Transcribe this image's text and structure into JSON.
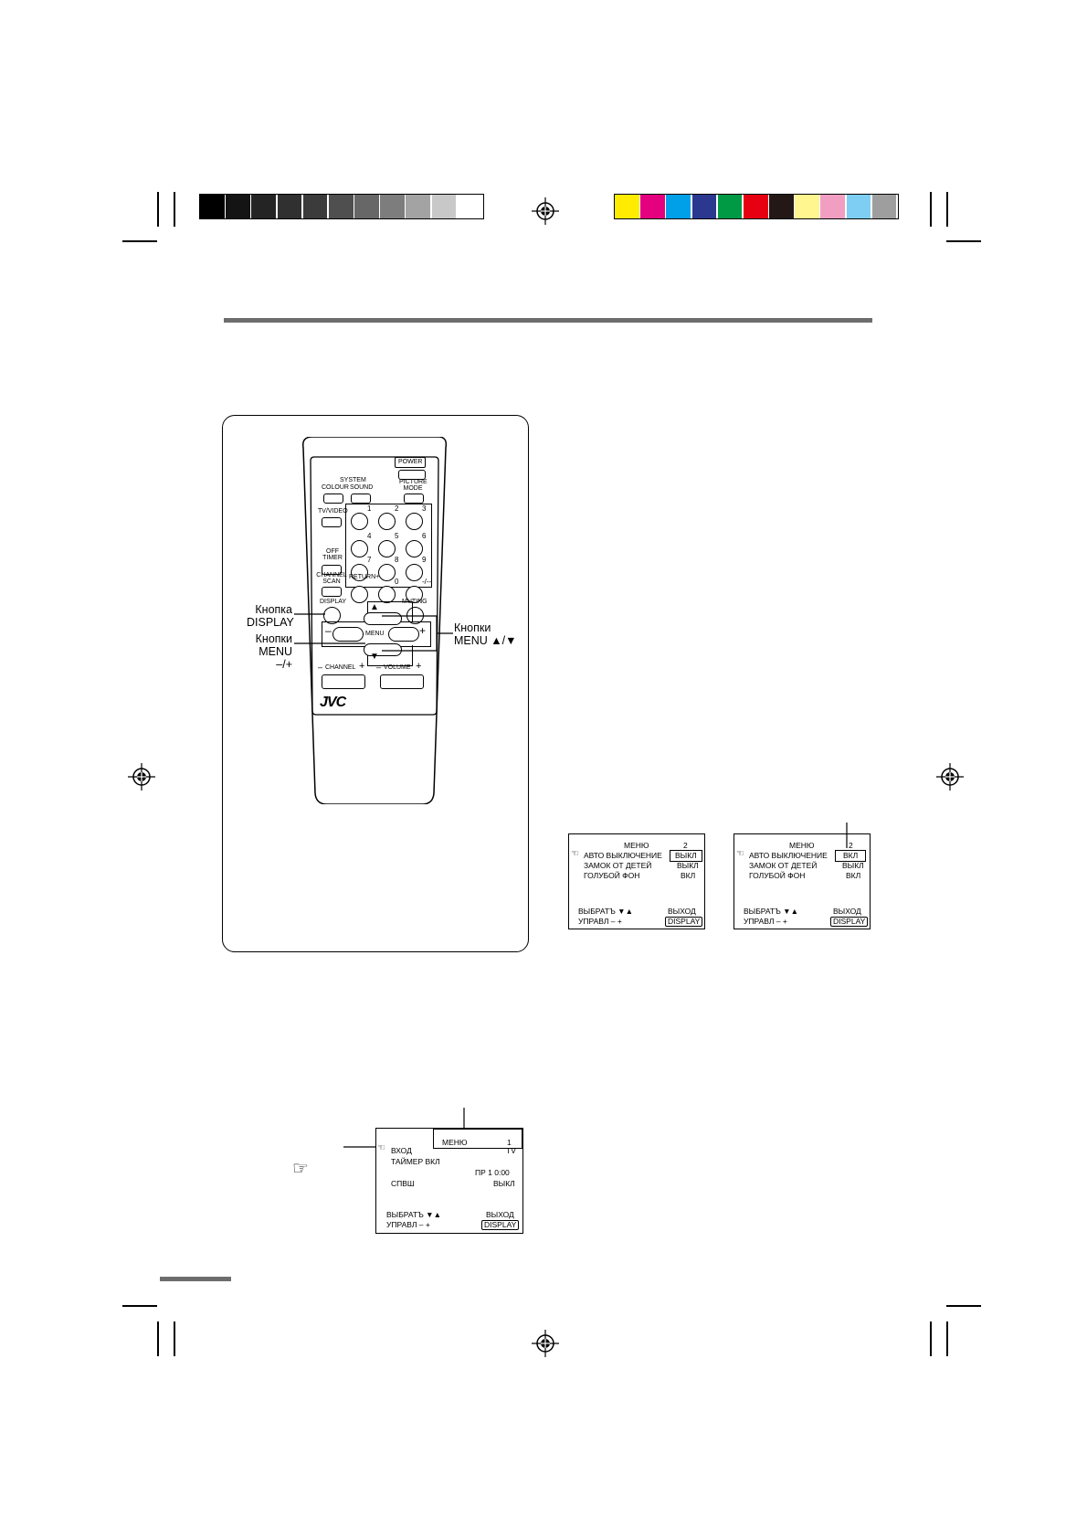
{
  "colorbar": {
    "grays": [
      "#000000",
      "#141414",
      "#242424",
      "#303030",
      "#3b3b3b",
      "#4f4f4f",
      "#676767",
      "#7d7d7d",
      "#a3a3a3",
      "#c8c8c8",
      "#ffffff"
    ],
    "colors": [
      "#ffec00",
      "#e4007f",
      "#00a0e9",
      "#2b3890",
      "#009944",
      "#e60012",
      "#231815",
      "#fff68f",
      "#f19ec2",
      "#7ecef4",
      "#9e9e9f"
    ]
  },
  "callouts": {
    "display_line1": "Кнопка",
    "display_line2": "DISPLAY",
    "menu_pm_line1": "Кнопки",
    "menu_pm_line2": "MENU –/+",
    "menu_ud_line1": "Кнопки",
    "menu_ud_line2": "MENU ▲/▼"
  },
  "remote": {
    "power": "POWER",
    "system": "SYSTEM",
    "colour": "COLOUR",
    "sound": "SOUND",
    "picture_mode": "PICTURE MODE",
    "tv_video": "TV/VIDEO",
    "off_timer": "OFF TIMER",
    "channel_scan": "CHANNEL SCAN",
    "return_plus": "RETURN+",
    "display": "DISPLAY",
    "muting": "MUTING",
    "menu": "MENU",
    "channel": "CHANNEL",
    "volume": "VOLUME",
    "brand": "JVC",
    "digits": [
      "1",
      "2",
      "3",
      "4",
      "5",
      "6",
      "7",
      "8",
      "9",
      "0",
      "-/--"
    ],
    "minus": "–",
    "plus": "+"
  },
  "menu2_a": {
    "title": "МЕНЮ",
    "page": "2",
    "rows": [
      {
        "label": "АВТО ВЫКЛЮЧЕНИЕ",
        "value": "ВЫКЛ"
      },
      {
        "label": "ЗАМОК ОТ ДЕТЕЙ",
        "value": "ВЫКЛ"
      },
      {
        "label": "ГОЛУБОЙ ФОН",
        "value": "ВКЛ"
      }
    ],
    "select": "ВЫБРАТЪ ▼▲",
    "exit": "ВЫХОД",
    "control": "УПРАВЛ  – +",
    "display": "DISPLAY"
  },
  "menu2_b": {
    "title": "МЕНЮ",
    "page": "2",
    "rows": [
      {
        "label": "АВТО ВЫКЛЮЧЕНИЕ",
        "value": "ВКЛ"
      },
      {
        "label": "ЗАМОК ОТ ДЕТЕЙ",
        "value": "ВЫКЛ"
      },
      {
        "label": "ГОЛУБОЙ ФОН",
        "value": "ВКЛ"
      }
    ],
    "select": "ВЫБРАТЪ ▼▲",
    "exit": "ВЫХОД",
    "control": "УПРАВЛ  – +",
    "display": "DISPLAY"
  },
  "menu1": {
    "title": "МЕНЮ",
    "page": "1",
    "input_label": "ВХОД",
    "input_value": "TV",
    "timer_label": "ТАЙМЕР ВКЛ",
    "timer_value": "ПР 1   0:00",
    "spvsh_label": "СПВШ",
    "spvsh_value": "ВЫКЛ",
    "select": "ВЫБРАТЪ ▼▲",
    "exit": "ВЫХОД",
    "control": "УПРАВЛ  – +",
    "display": "DISPLAY"
  },
  "hand_note": "☞"
}
